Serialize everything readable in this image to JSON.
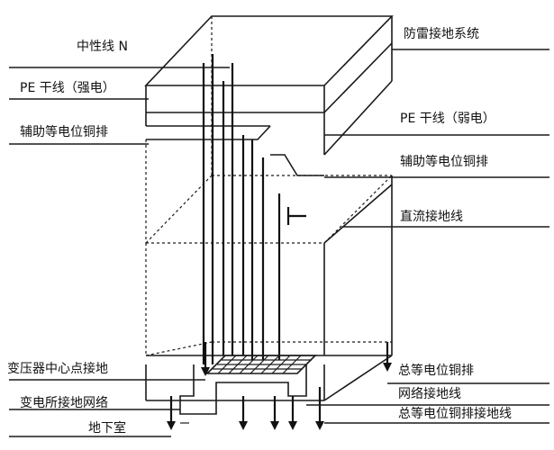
{
  "labels": {
    "neutral_line": "中性线 N",
    "pe_main_strong": "PE 干线（强电）",
    "aux_equip_bar_left": "辅助等电位铜排",
    "lightning_system": "防雷接地系统",
    "pe_main_weak": "PE 干线（弱电）",
    "aux_equip_bar_right": "辅助等电位铜排",
    "dc_ground": "直流接地线",
    "transformer_neutral_ground": "变压器中心点接地",
    "substation_ground_grid": "变电所接地网络",
    "basement": "地下室",
    "main_equip_bar": "总等电位铜排",
    "mesh_ground": "网络接地线",
    "main_bar_ground": "总等电位铜排接地线"
  },
  "colors": {
    "line": "#1a1a1a",
    "text": "#111111",
    "background": "#ffffff"
  }
}
